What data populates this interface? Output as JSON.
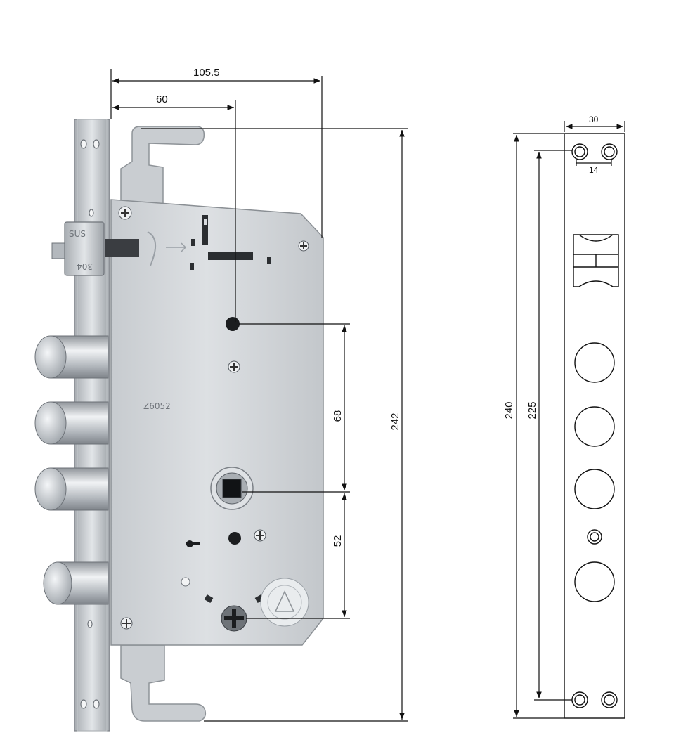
{
  "dimensions": {
    "width_overall": "105.5",
    "backset": "60",
    "height_body": "242",
    "spindle_to_top": "68",
    "spindle_to_cylinder": "52",
    "faceplate_width": "30",
    "hole_spacing": "14",
    "faceplate_height": "240",
    "hole_distance": "225"
  },
  "markings": {
    "model_code": "Z6052",
    "bolt_stamp_top": "SUS",
    "bolt_stamp_bottom": "304"
  },
  "colors": {
    "steel_light": "#d9dcdf",
    "steel_mid": "#b9bdc2",
    "steel_dark": "#8e9398",
    "line": "#111111",
    "background": "#ffffff"
  }
}
